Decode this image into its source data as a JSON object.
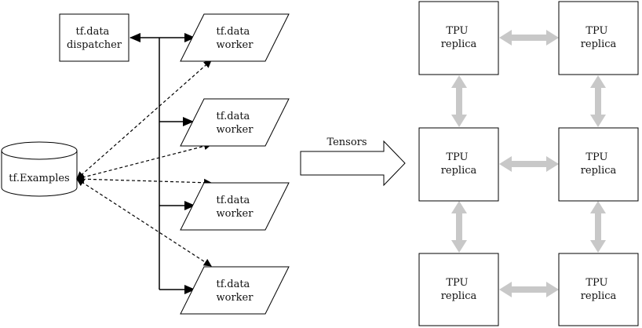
{
  "labels": {
    "dispatcher": [
      "tf.data",
      "dispatcher"
    ],
    "examples": "tf.Examples",
    "tensors": "Tensors"
  },
  "workers": [
    [
      "tf.data",
      "worker"
    ],
    [
      "tf.data",
      "worker"
    ],
    [
      "tf.data",
      "worker"
    ],
    [
      "tf.data",
      "worker"
    ]
  ],
  "tpu_rows": [
    [
      [
        "TPU",
        "replica"
      ],
      [
        "TPU",
        "replica"
      ]
    ],
    [
      [
        "TPU",
        "replica"
      ],
      [
        "TPU",
        "replica"
      ]
    ],
    [
      [
        "TPU",
        "replica"
      ],
      [
        "TPU",
        "replica"
      ]
    ]
  ],
  "colors": {
    "line": "#000000",
    "tpu_link": "#c8c8c8"
  }
}
